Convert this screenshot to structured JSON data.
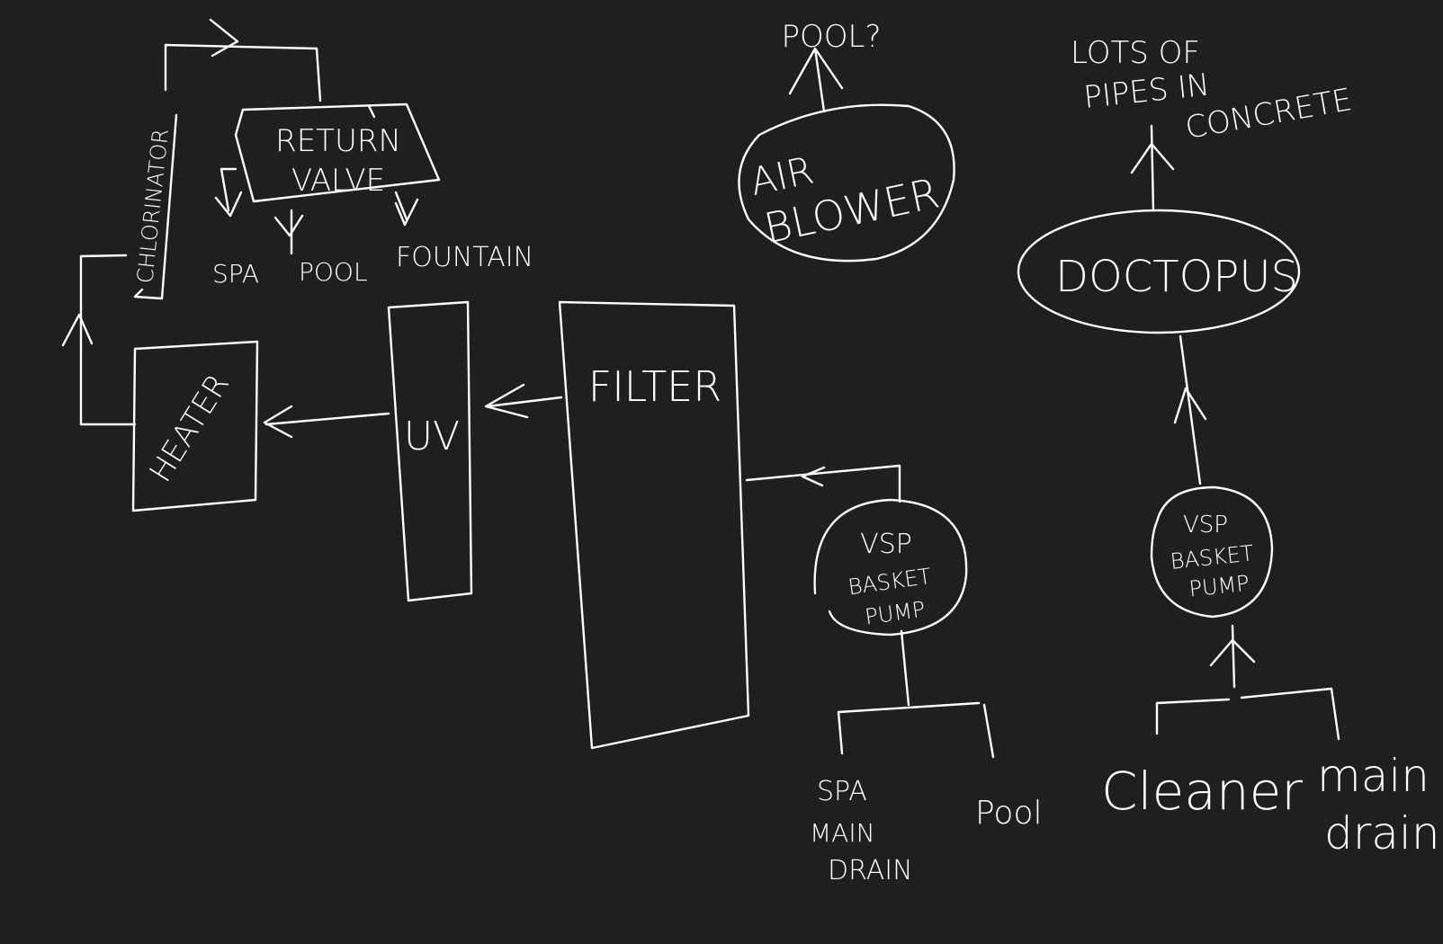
{
  "colors": {
    "background": "#1f1f1f",
    "ink": "#ffffff"
  },
  "labels": {
    "chlorinator": "CHLORINATOR",
    "return_valve_line1": "RETURN",
    "return_valve_line2": "VALVE",
    "spa": "SPA",
    "pool": "POOL",
    "fountain": "FOUNTAIN",
    "air_blower_line1": "AIR",
    "air_blower_line2": "BLOWER",
    "pool_question": "POOL?",
    "lots_line1": "LOTS OF",
    "lots_line2": "PIPES IN",
    "lots_line3": "CONCRETE",
    "doctopus": "DOCTOPUS",
    "heater": "HEATER",
    "uv": "UV",
    "filter": "FILTER",
    "vsp1_line1": "VSP",
    "vsp1_line2": "BASKET",
    "vsp1_line3": "PUMP",
    "vsp2_line1": "VSP",
    "vsp2_line2": "BASKET",
    "vsp2_line3": "PUMP",
    "spa_main_drain_line1": "SPA",
    "spa_main_drain_line2": "MAIN",
    "spa_main_drain_line3": "DRAIN",
    "pool_lower": "Pool",
    "cleaner": "Cleaner",
    "main_drain_line1": "main",
    "main_drain_line2": "drain"
  }
}
